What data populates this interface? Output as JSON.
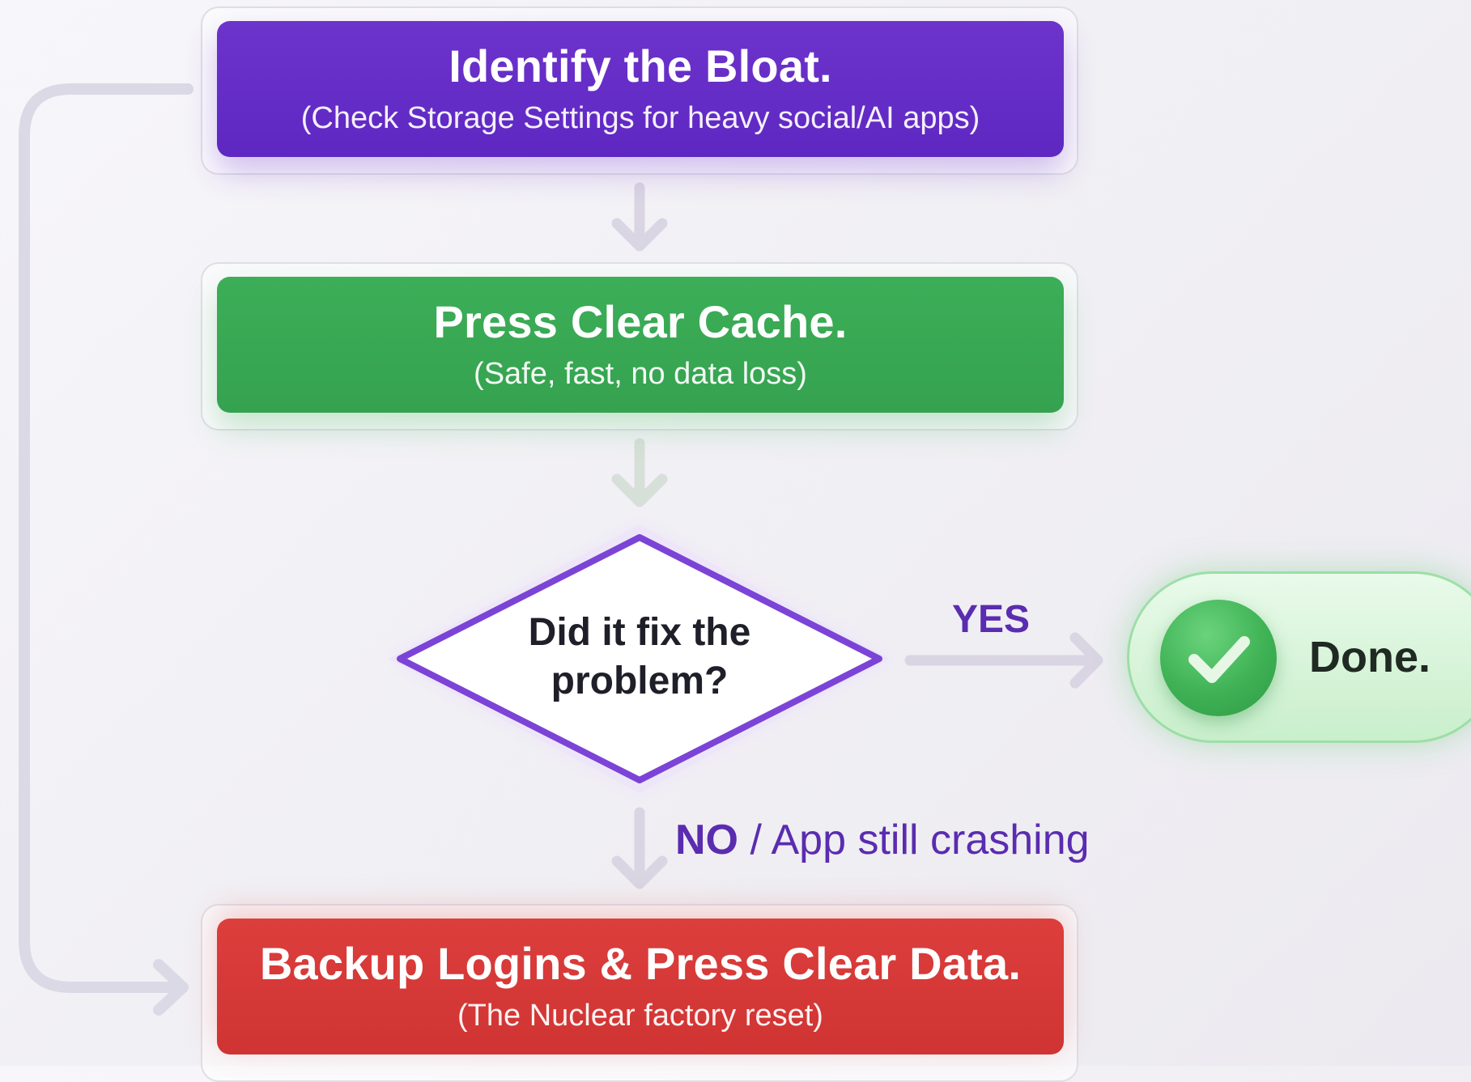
{
  "steps": {
    "identify": {
      "title": "Identify the Bloat.",
      "subtitle": "(Check Storage Settings for heavy social/AI apps)",
      "color": "#5e27c2"
    },
    "clear_cache": {
      "title": "Press Clear Cache.",
      "subtitle": "(Safe, fast, no data loss)",
      "color": "#35a24f"
    },
    "clear_data": {
      "title": "Backup Logins & Press Clear Data.",
      "subtitle": "(The Nuclear factory reset)",
      "color": "#cf3433"
    }
  },
  "decision": {
    "line1": "Did it fix the",
    "line2": "problem?"
  },
  "branches": {
    "yes_label": "YES",
    "no_label": "NO",
    "no_detail": " / App still crashing"
  },
  "outcome": {
    "done_label": "Done.",
    "icon": "checkmark-icon",
    "color": "#3fb255"
  }
}
